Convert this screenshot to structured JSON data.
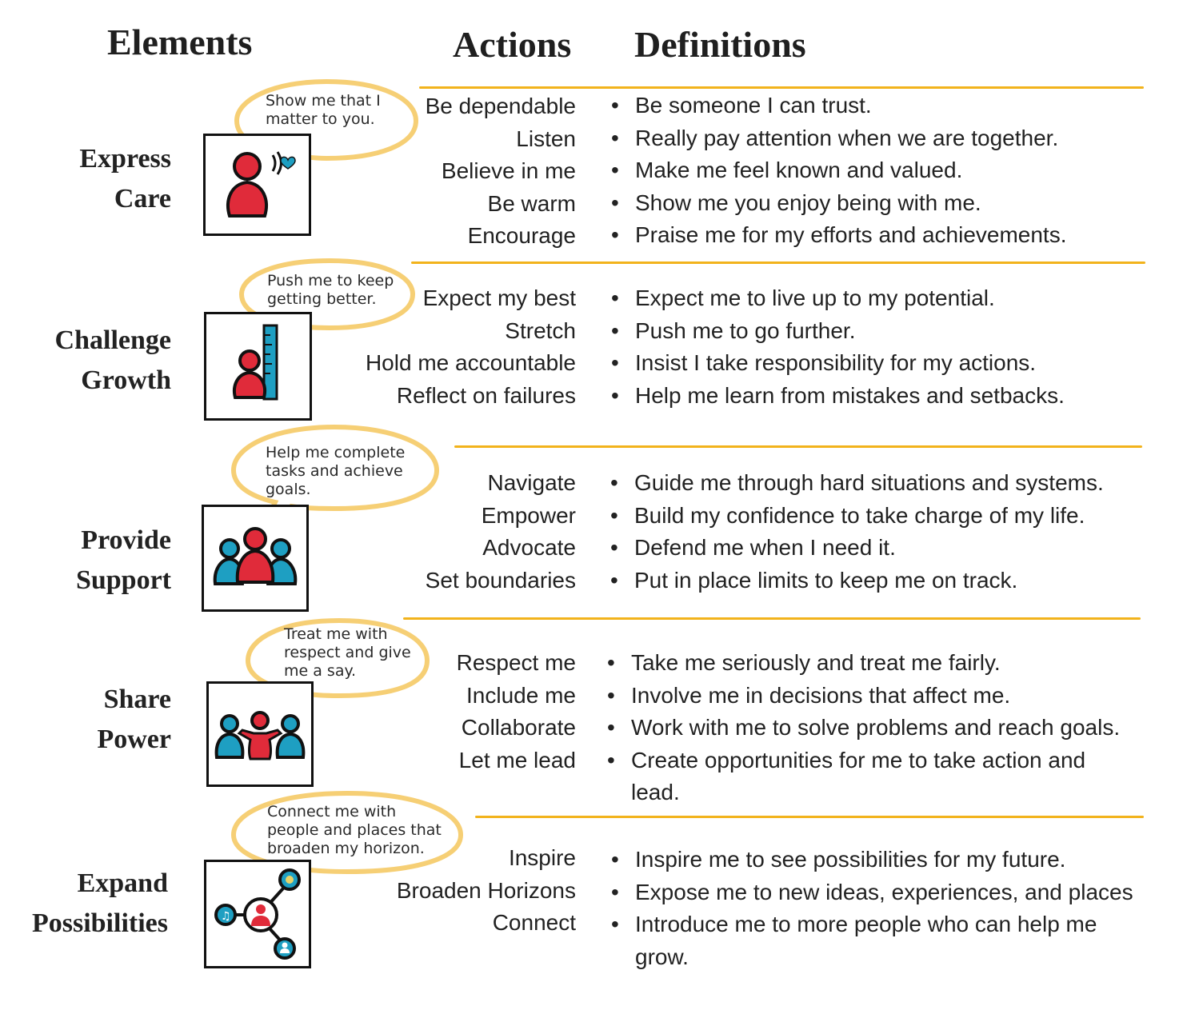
{
  "headers": {
    "elements": "Elements",
    "actions": "Actions",
    "definitions": "Definitions"
  },
  "colors": {
    "separator": "#f2b31c",
    "bubble_outline": "#f6cf75",
    "person_red": "#e02b3a",
    "person_blue": "#1e9fc2"
  },
  "rows": [
    {
      "element": [
        "Express",
        "Care"
      ],
      "icon": "person-speaking-heart-icon",
      "bubble": "Show me that I\nmatter to you.",
      "actions": [
        "Be dependable",
        "Listen",
        "Believe in me",
        "Be warm",
        "Encourage"
      ],
      "definitions": [
        "Be someone I can trust.",
        "Really pay attention when we are together.",
        "Make me feel known and valued.",
        "Show me you enjoy being with me.",
        "Praise me for my efforts and achievements."
      ]
    },
    {
      "element": [
        "Challenge",
        "Growth"
      ],
      "icon": "person-ruler-icon",
      "bubble": "Push me to keep\ngetting better.",
      "actions": [
        "Expect my best",
        "Stretch",
        "Hold me accountable",
        "Reflect on failures"
      ],
      "definitions": [
        "Expect me to live up to my potential.",
        "Push me to go further.",
        "Insist I take responsibility for my actions.",
        "Help me learn from mistakes and setbacks."
      ]
    },
    {
      "element": [
        "Provide",
        "Support"
      ],
      "icon": "group-of-three-icon",
      "bubble": "Help me complete\ntasks and achieve\ngoals.",
      "actions": [
        "Navigate",
        "Empower",
        "Advocate",
        "Set boundaries"
      ],
      "definitions": [
        "Guide me through hard situations and systems.",
        "Build my confidence to take charge of my life.",
        "Defend me when I need it.",
        "Put in place limits to keep me on track."
      ]
    },
    {
      "element": [
        "Share",
        "Power"
      ],
      "icon": "group-arms-open-icon",
      "bubble": "Treat me with\nrespect and give\nme a say.",
      "actions": [
        "Respect me",
        "Include me",
        "Collaborate",
        "Let me lead"
      ],
      "definitions": [
        "Take me seriously and treat me fairly.",
        "Involve me in decisions that affect me.",
        "Work with me to solve problems and reach goals.",
        "Create opportunities for me to take action and lead."
      ]
    },
    {
      "element": [
        "Expand",
        "Possibilities"
      ],
      "icon": "network-connections-icon",
      "bubble": "Connect me with\npeople and places that\nbroaden my horizon.",
      "actions": [
        "Inspire",
        "Broaden Horizons",
        "Connect"
      ],
      "definitions": [
        "Inspire me to see possibilities for my future.",
        "Expose me to new ideas, experiences, and places",
        "Introduce me to more people who can help me grow."
      ]
    }
  ]
}
